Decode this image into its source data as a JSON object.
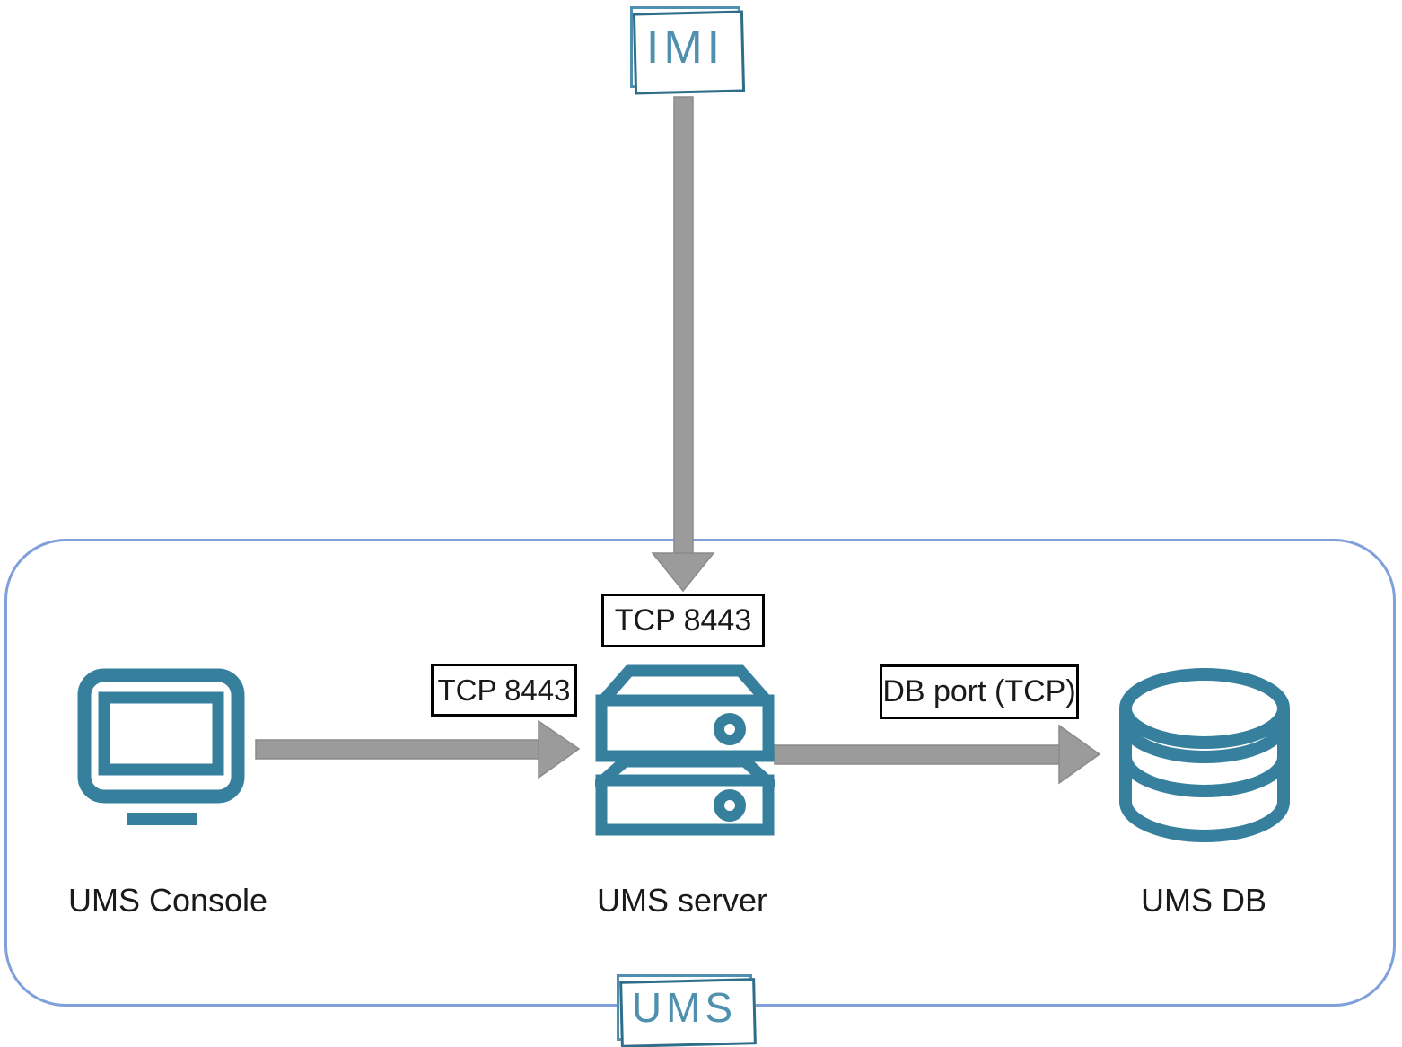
{
  "diagram": {
    "title_hint": "UMS architecture connection diagram",
    "external_node": {
      "id": "imi",
      "label": "IMI"
    },
    "container": {
      "id": "ums",
      "label": "UMS"
    },
    "nodes": [
      {
        "id": "ums-console",
        "label": "UMS Console",
        "icon": "monitor-icon"
      },
      {
        "id": "ums-server",
        "label": "UMS server",
        "icon": "server-icon"
      },
      {
        "id": "ums-db",
        "label": "UMS DB",
        "icon": "database-icon"
      }
    ],
    "connections": [
      {
        "from": "IMI",
        "to": "UMS server",
        "direction": "down",
        "port_label": "TCP 8443"
      },
      {
        "from": "UMS Console",
        "to": "UMS server",
        "direction": "right",
        "port_label": "TCP 8443"
      },
      {
        "from": "UMS server",
        "to": "UMS DB",
        "direction": "right",
        "port_label": "DB port (TCP)"
      }
    ],
    "colors": {
      "teal": "#37809D",
      "teal_light": "#4E90AE",
      "teal_dark": "#2E6E89",
      "arrow_gray": "#9B9B9B",
      "container_border": "#7FA0DB",
      "label_border": "#000000"
    }
  }
}
